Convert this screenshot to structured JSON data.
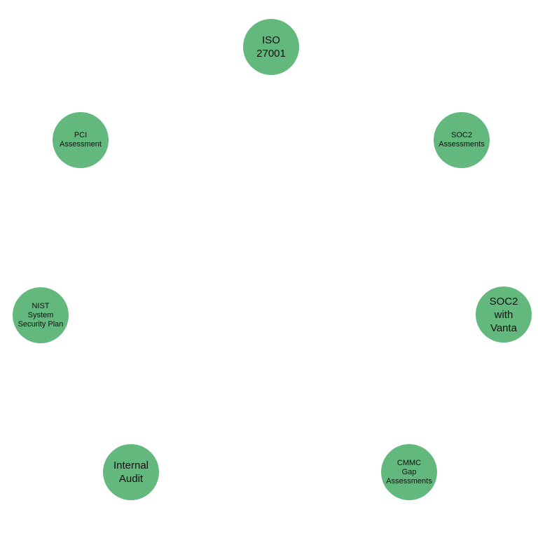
{
  "colors": {
    "node_fill": "#62b87d",
    "label_text": "#111111",
    "background": "#ffffff"
  },
  "nodes": {
    "iso27001": {
      "label": "ISO\n27001"
    },
    "soc2_assessments": {
      "label": "SOC2\nAssessments"
    },
    "pci_assessment": {
      "label": "PCI\nAssessment"
    },
    "nist_ssp": {
      "label": "NIST\nSystem\nSecurity Plan"
    },
    "soc2_vanta": {
      "label": "SOC2\nwith\nVanta"
    },
    "internal_audit": {
      "label": "Internal\nAudit"
    },
    "cmmc_gap": {
      "label": "CMMC\nGap\nAssessments"
    }
  }
}
